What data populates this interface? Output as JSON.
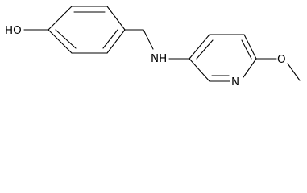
{
  "diagram": {
    "kind": "chemical-structure",
    "atoms": {
      "hydroxyl": "HO",
      "amine": "NH",
      "pyridine_nitrogen": "N",
      "methoxy_oxygen": "O"
    },
    "colors": {
      "ink": "#000000",
      "background": "#ffffff"
    }
  }
}
